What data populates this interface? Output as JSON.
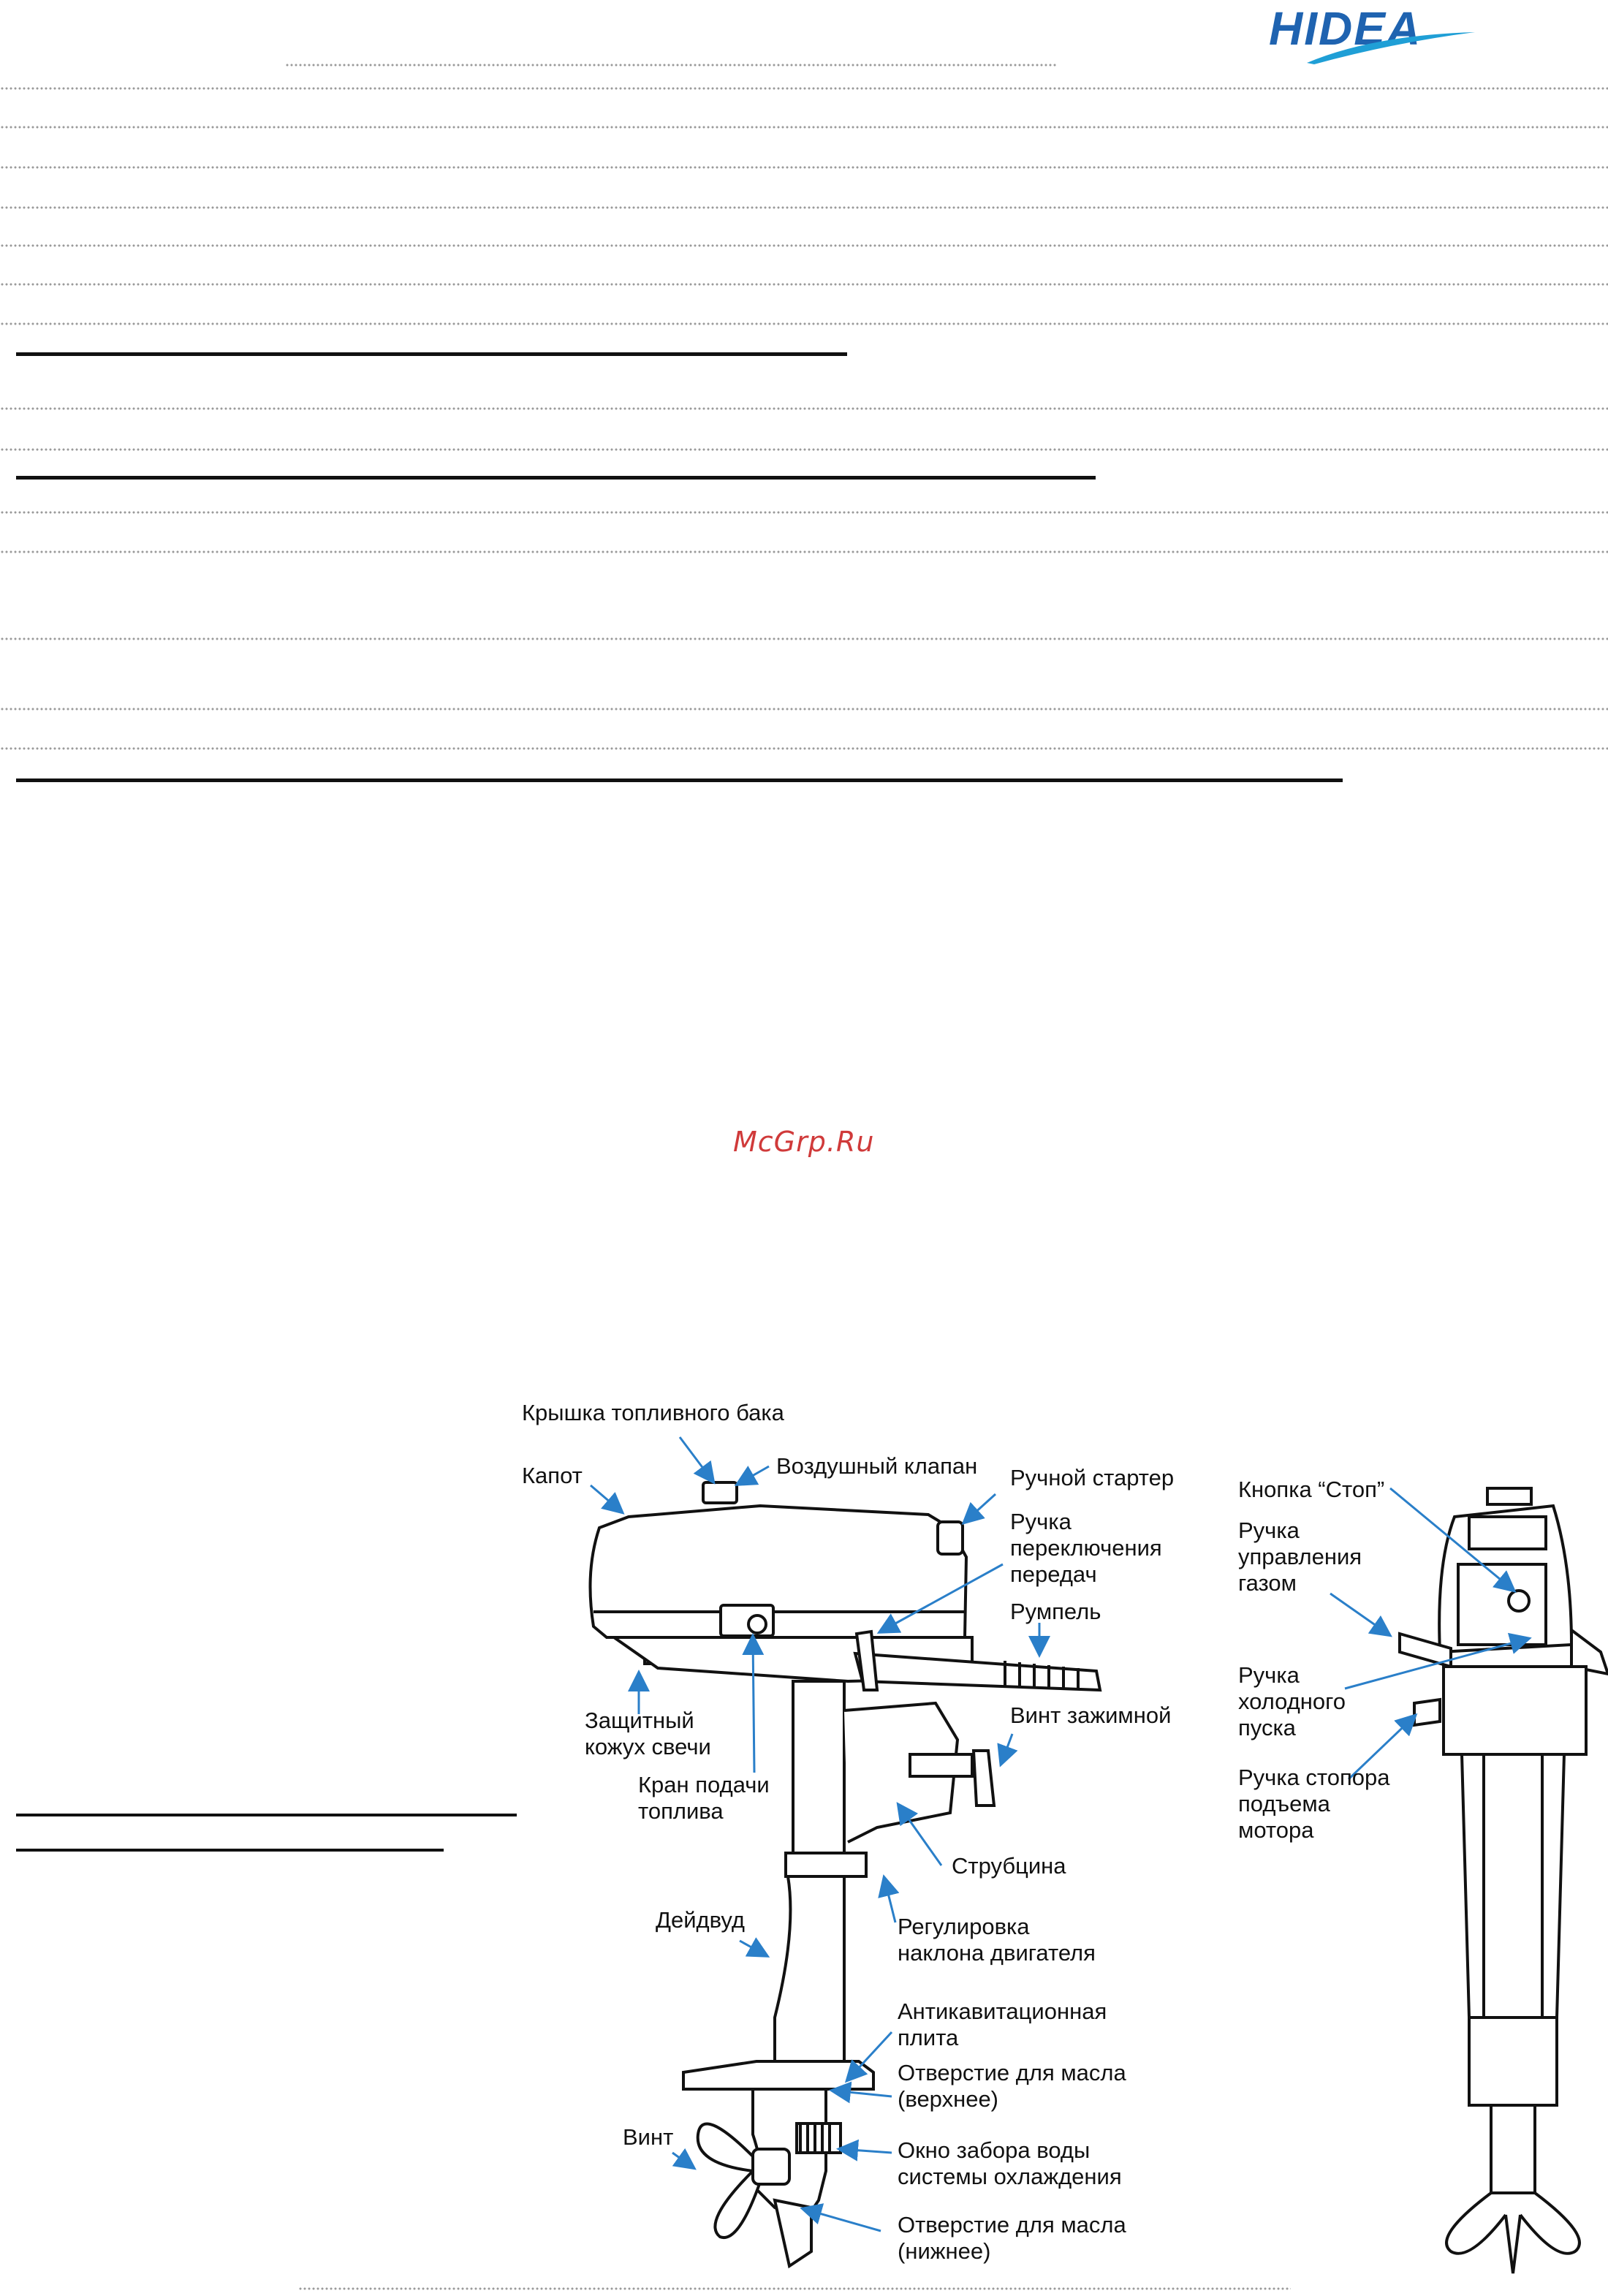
{
  "header": {
    "logo_text": "HIDEA",
    "brand_color": "#1f63b0"
  },
  "watermark": "McGrp.Ru",
  "diagram_labels": {
    "fuel_cap": "Крышка топливного бака",
    "hood": "Капот",
    "air_valve": "Воздушный клапан",
    "manual_starter": "Ручной стартер",
    "gear_lever": [
      "Ручка",
      "переключения",
      "передач"
    ],
    "tiller": "Румпель",
    "clamp_screw": "Винт зажимной",
    "plug_cover": [
      "Защитный",
      "кожух свечи"
    ],
    "fuel_valve": [
      "Кран подачи",
      "топлива"
    ],
    "clamp": "Струбцина",
    "tilt_adjust": [
      "Регулировка",
      "наклона двигателя"
    ],
    "shaft": "Дейдвуд",
    "anti_cav": [
      "Антикавитационная",
      "плита"
    ],
    "oil_hole_top": [
      "Отверстие для масла",
      "(верхнее)"
    ],
    "propeller": "Винт",
    "water_intake": [
      "Окно забора воды",
      "системы охлаждения"
    ],
    "oil_hole_bottom": [
      "Отверстие для масла",
      "(нижнее)"
    ],
    "stop_button": "Кнопка “Стоп”",
    "throttle": [
      "Ручка",
      "управления",
      "газом"
    ],
    "choke": [
      "Ручка",
      "холодного",
      "пуска"
    ],
    "tilt_lock": [
      "Ручка стопора",
      "подъема",
      "мотора"
    ]
  },
  "colors": {
    "arrow": "#2a7fc9",
    "line": "#111111",
    "dots": "#9a9a9a"
  }
}
